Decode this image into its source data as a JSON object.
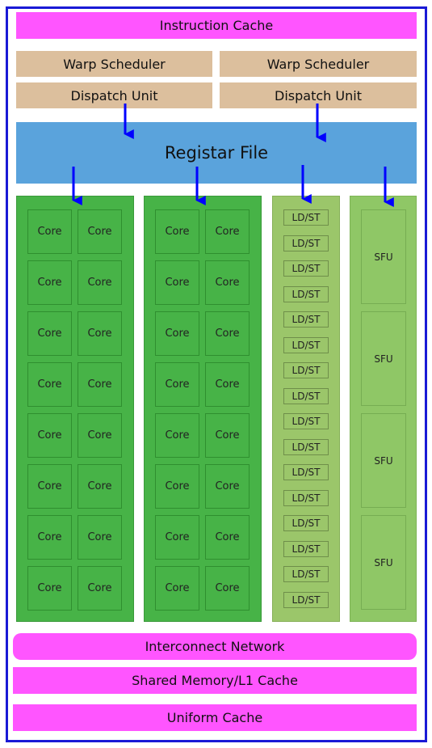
{
  "labels": {
    "instruction_cache": "Instruction Cache",
    "warp_scheduler": "Warp Scheduler",
    "dispatch_unit": "Dispatch Unit",
    "register_file": "Registar File",
    "core": "Core",
    "ldst": "LD/ST",
    "sfu": "SFU",
    "interconnect": "Interconnect Network",
    "shared_memory": "Shared Memory/L1 Cache",
    "uniform_cache": "Uniform Cache"
  },
  "counts": {
    "core_columns": 2,
    "cores_per_column": 16,
    "ldst_units": 16,
    "sfu_units": 4
  },
  "colors": {
    "frame": "#1a1ad6",
    "cache_magenta": "#ff55ff",
    "scheduler_tan": "#dcbf9d",
    "register_blue": "#5aa3dc",
    "core_green": "#47b347",
    "ldst_green": "#9bc66a",
    "sfu_green": "#8fc766",
    "arrow_blue": "#0000ff"
  }
}
